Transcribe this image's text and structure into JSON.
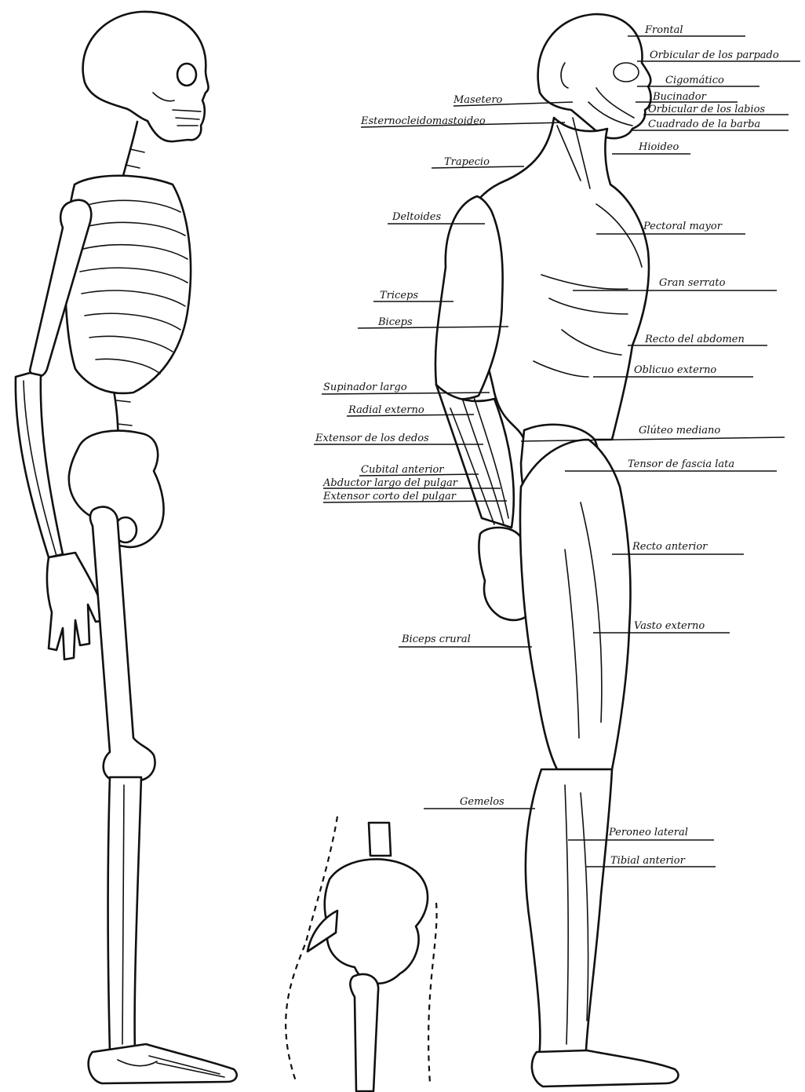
{
  "figure": {
    "labels": {
      "frontal": "Frontal",
      "orbicular_parpado": "Orbicular de los parpado",
      "cigomatico": "Cigomático",
      "bucinador": "Bucinador",
      "orbicular_labios": "Orbicular de los labios",
      "cuadrado_barba": "Cuadrado de la barba",
      "hioideo": "Hioideo",
      "masetero": "Masetero",
      "esternocleidomastoideo": "Esternocleidomastoideo",
      "trapecio": "Trapecio",
      "deltoides": "Deltoides",
      "pectoral_mayor": "Pectoral mayor",
      "gran_serrato": "Gran serrato",
      "triceps": "Triceps",
      "biceps": "Biceps",
      "recto_abdomen": "Recto del abdomen",
      "oblicuo_externo": "Oblicuo externo",
      "supinador_largo": "Supinador largo",
      "radial_externo": "Radial externo",
      "extensor_dedos": "Extensor de los dedos",
      "gluteo_mediano": "Glúteo mediano",
      "tensor_fascia_lata": "Tensor de fascia lata",
      "cubital_anterior": "Cubital anterior",
      "abductor_largo_pulgar": "Abductor largo del pulgar",
      "extensor_corto_pulgar": "Extensor corto del pulgar",
      "recto_anterior": "Recto anterior",
      "vasto_externo": "Vasto externo",
      "biceps_crural": "Biceps crural",
      "gemelos": "Gemelos",
      "peroneo_lateral": "Peroneo lateral",
      "tibial_anterior": "Tibial anterior"
    }
  }
}
